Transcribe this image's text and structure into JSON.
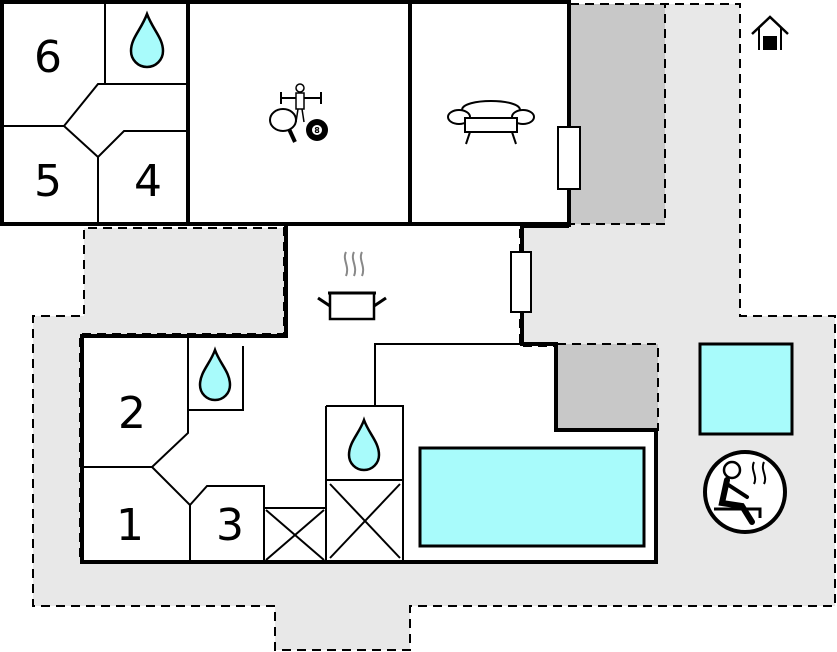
{
  "rooms": [
    {
      "id": "bedroom-6",
      "label": "6"
    },
    {
      "id": "bedroom-5",
      "label": "5"
    },
    {
      "id": "bedroom-4",
      "label": "4"
    },
    {
      "id": "bedroom-2",
      "label": "2"
    },
    {
      "id": "bedroom-1",
      "label": "1"
    },
    {
      "id": "bedroom-3",
      "label": "3"
    }
  ],
  "icons": {
    "billiard_ball_number": "8",
    "entrance": "house-entrance-icon",
    "living": "sofa-icon",
    "kitchen": "cooking-pot-icon",
    "games": "games-room-icon",
    "bathroom": "water-drop-icon",
    "sauna": "sauna-icon"
  },
  "colors": {
    "water": "#a8fbfb",
    "outdoor_area": "#e8e8e8",
    "covered_area": "#c8c8c8",
    "walls": "#000000"
  }
}
